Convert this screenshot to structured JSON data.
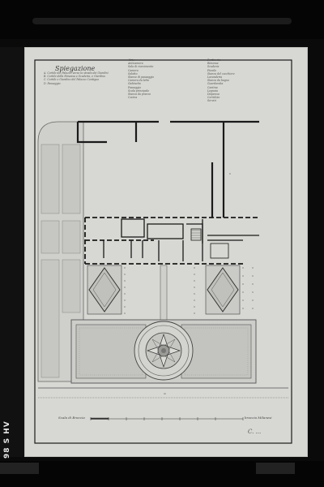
{
  "sheet": {
    "title": "Spiegazione",
    "legend_intro": [
      "A. Cortile del Palazzo verso la strada dei Giardini",
      "B. Cortile della Rimessa e Scuderia, e Giardino",
      "C. Cortile e Giardino del Palazzo Contiguo",
      "D. Passaggio"
    ],
    "legend_col1": [
      "Atrio",
      "Anticamera",
      "Sala di ricevimento",
      "Camera",
      "Salotto",
      "Stanze di passaggio",
      "Camera da letto",
      "Gabinetto",
      "Passaggio",
      "Scala principale",
      "Stanza da pranzo",
      "Cucina"
    ],
    "legend_col2": [
      "Portineria",
      "Rimessa",
      "Scuderia",
      "Fienile",
      "Stanza del cocchiere",
      "Lavanderia",
      "Stanza da bagno",
      "Guardaroba",
      "Cantina",
      "Legnaia",
      "Dispensa",
      "Corridoio",
      "Servizi"
    ],
    "scale_label": "Scala di Braccia",
    "scale_unit": "braccia Milanesi",
    "signature": "C. ..."
  },
  "archive_label": "98 S HV",
  "colors": {
    "paper": "#d7d7d3",
    "ink": "#1a1a1a",
    "wash": "#c4c4c0",
    "background": "#0a0a0a"
  }
}
